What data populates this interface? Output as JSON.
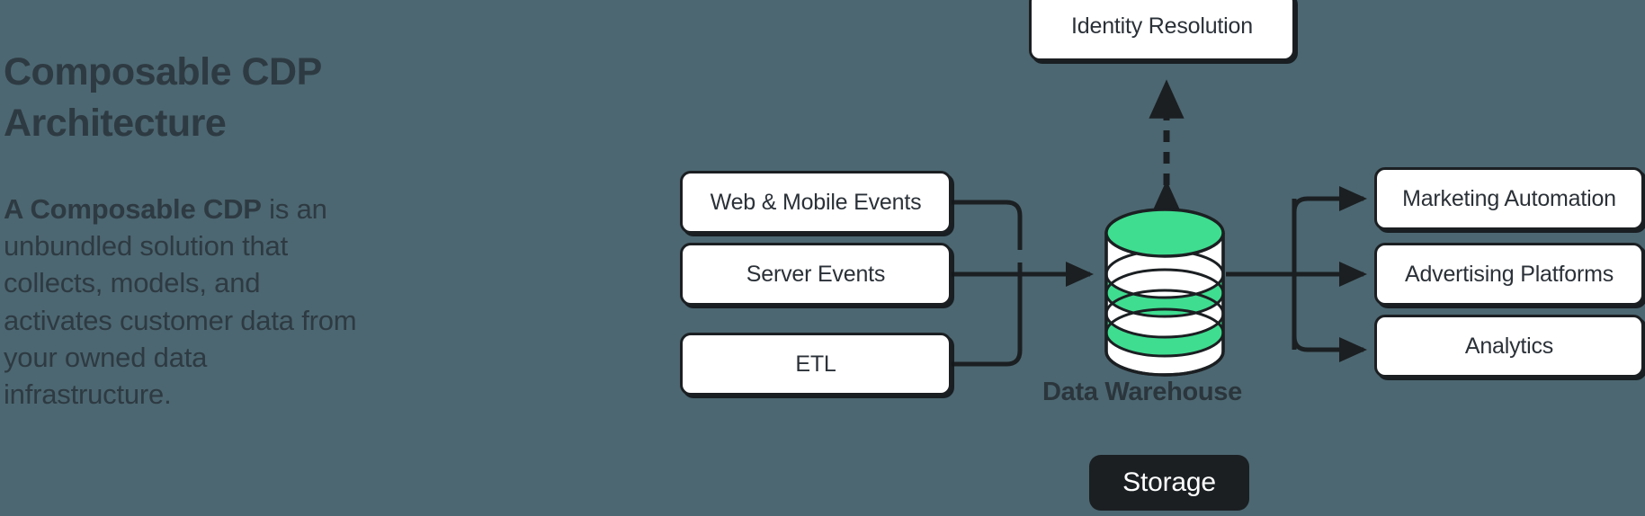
{
  "background_color": "#4c6771",
  "accent_color": "#3fdd90",
  "ink_color": "#1b1f22",
  "text_color": "#2e3a42",
  "headline": {
    "text": "Composable CDP\nArchitecture"
  },
  "body": {
    "lead": "A Composable CDP",
    "rest": " is an unbundled solution that collects, models, and activates customer data from your owned data infrastructure."
  },
  "diagram": {
    "sources": [
      {
        "id": "web",
        "label": "Web & Mobile Events"
      },
      {
        "id": "server",
        "label": "Server Events"
      },
      {
        "id": "etl",
        "label": "ETL"
      }
    ],
    "hub": {
      "label": "Data Warehouse",
      "icon": "database-cylinder-icon",
      "badge": "Storage"
    },
    "top_node": {
      "label": "Identity Resolution",
      "connector": "dashed-double-arrow"
    },
    "destinations": [
      {
        "id": "marketing",
        "label": "Marketing Automation"
      },
      {
        "id": "advertising",
        "label": "Advertising Platforms"
      },
      {
        "id": "analytics",
        "label": "Analytics"
      }
    ]
  }
}
